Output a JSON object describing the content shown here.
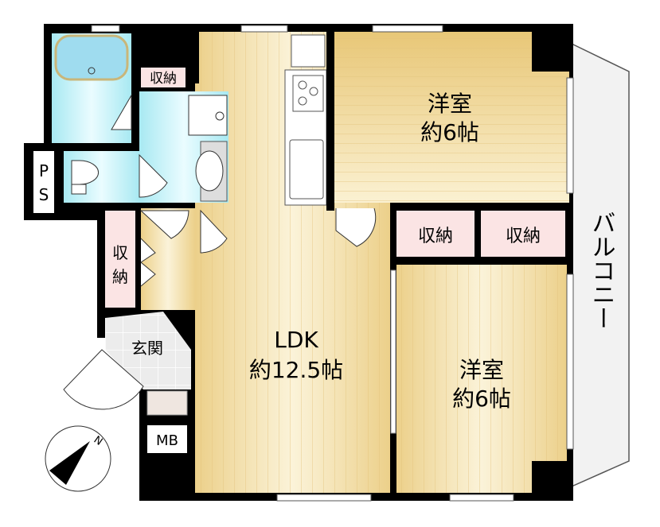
{
  "rooms": {
    "ldk_name": "LDK",
    "ldk_size": "約12.5帖",
    "western1_name": "洋室",
    "western1_size": "約6帖",
    "western2_name": "洋室",
    "western2_size": "約6帖",
    "storage_top": "収納",
    "storage_mid1": "収納",
    "storage_mid2": "収納",
    "storage_left_1": "収",
    "storage_left_2": "納",
    "entrance": "玄関",
    "balcony": "バルコニー",
    "ps_1": "P",
    "ps_2": "S",
    "mb": "MB",
    "compass": "N"
  },
  "colors": {
    "wall": "#000000",
    "wet": "#bfeff5",
    "floor": "#f3dfa5",
    "storage": "#fbe4e4",
    "tile": "#eeeeee",
    "balcony": "#f0f0f0"
  }
}
